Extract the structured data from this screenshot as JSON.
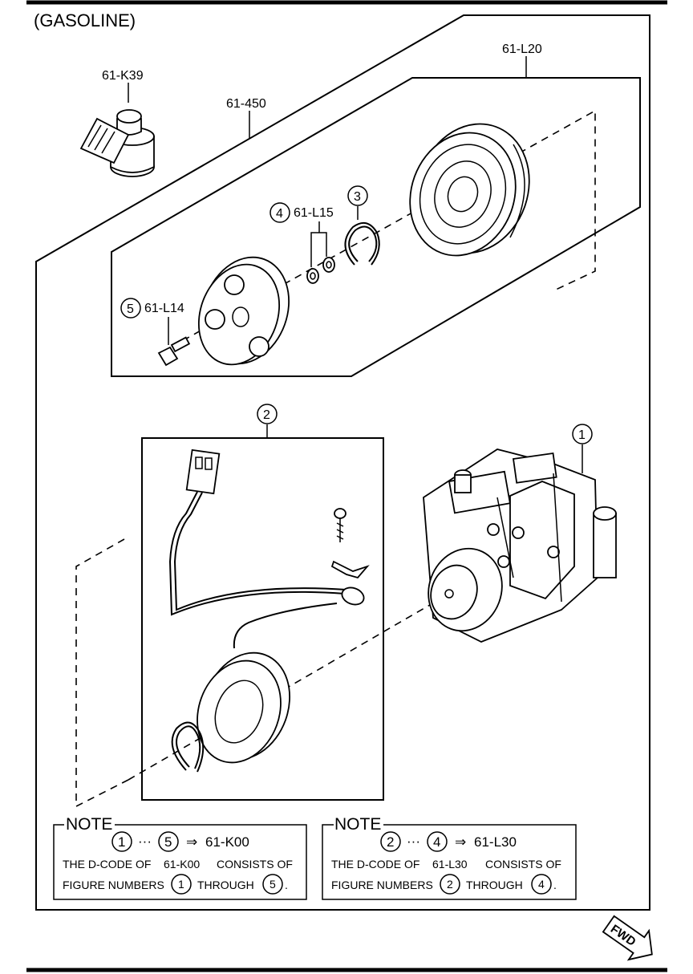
{
  "header": {
    "title": "(GASOLINE)"
  },
  "labels": {
    "k39": "61-K39",
    "p450": "61-450",
    "l20": "61-L20",
    "l15": "61-L15",
    "l14": "61-L14",
    "circ1": "1",
    "circ2": "2",
    "circ3": "3",
    "circ4": "4",
    "circ5": "5"
  },
  "notes": [
    {
      "heading": "NOTE",
      "range_from": "1",
      "ellipsis": "···",
      "range_to": "5",
      "arrow": "⇒",
      "code": "61-K00",
      "line2_prefix": "THE D-CODE OF",
      "line2_code": "61-K00",
      "line2_suffix": "CONSISTS OF",
      "line3_prefix": "FIGURE NUMBERS",
      "through_from": "1",
      "through_word": "THROUGH",
      "through_to": "5",
      "period": "."
    },
    {
      "heading": "NOTE",
      "range_from": "2",
      "ellipsis": "···",
      "range_to": "4",
      "arrow": "⇒",
      "code": "61-L30",
      "line2_prefix": "THE D-CODE OF",
      "line2_code": "61-L30",
      "line2_suffix": "CONSISTS OF",
      "line3_prefix": "FIGURE NUMBERS",
      "through_from": "2",
      "through_word": "THROUGH",
      "through_to": "4",
      "period": "."
    }
  ],
  "fwd": "FWD"
}
